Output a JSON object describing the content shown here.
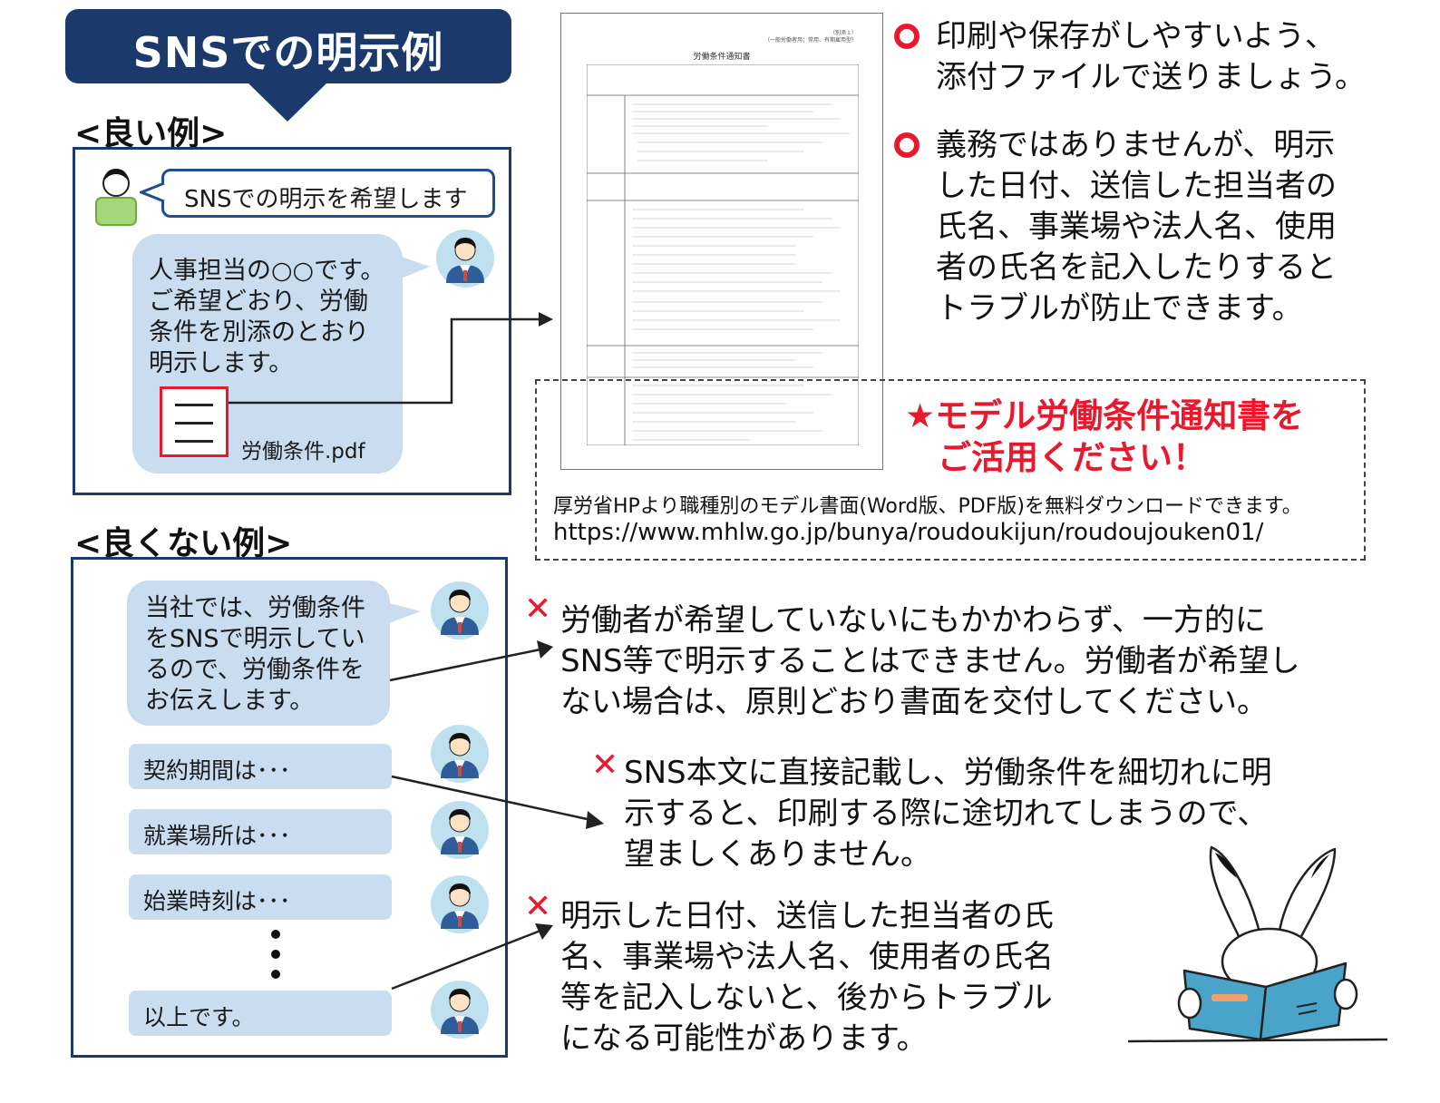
{
  "title": "SNSでの明示例",
  "good_example": {
    "heading": "<良い例>",
    "worker_message": "SNSでの明示を希望します",
    "hr_message": [
      "人事担当の○○です。",
      "ご希望どおり、労働",
      "条件を別添のとおり",
      "明示します。"
    ],
    "attachment_name": "労働条件.pdf"
  },
  "bad_example": {
    "heading": "<良くない例>",
    "hr_message": [
      "当社では、労働条件",
      "をSNSで明示してい",
      "るので、労働条件を",
      "お伝えします。"
    ],
    "chat_items": [
      "契約期間は･･･",
      "就業場所は･･･",
      "始業時刻は･･･",
      "以上です。"
    ]
  },
  "document_thumbnail": {
    "corner_note": [
      "（別添１）",
      "（一般労働者用；常用、有期雇用型）"
    ],
    "title": "労働条件通知書"
  },
  "good_notes": [
    {
      "mark": "circle",
      "lines": [
        "印刷や保存がしやすいよう、",
        "添付ファイルで送りましょう。"
      ]
    },
    {
      "mark": "circle",
      "lines": [
        "義務ではありませんが、明示",
        "した日付、送信した担当者の",
        "氏名、事業場や法人名、使用",
        "者の氏名を記入したりすると",
        "トラブルが防止できます。"
      ]
    }
  ],
  "model_notice": {
    "heading_lines": [
      "★モデル労働条件通知書を",
      "ご活用ください！"
    ],
    "description": "厚労省HPより職種別のモデル書面(Word版、PDF版)を無料ダウンロードできます。",
    "url": "https://www.mhlw.go.jp/bunya/roudoukijun/roudoujouken01/"
  },
  "bad_notes": [
    {
      "mark": "cross",
      "lines": [
        "労働者が希望していないにもかかわらず、一方的に",
        "SNS等で明示することはできません。労働者が希望し",
        "ない場合は、原則どおり書面を交付してください。"
      ]
    },
    {
      "mark": "cross",
      "lines": [
        "SNS本文に直接記載し、労働条件を細切れに明",
        "示すると、印刷する際に途切れてしまうので、",
        "望ましくありません。"
      ]
    },
    {
      "mark": "cross",
      "lines": [
        "明示した日付、送信した担当者の氏",
        "名、事業場や法人名、使用者の氏名",
        "等を記入しないと、後からトラブル",
        "になる可能性があります。"
      ]
    }
  ],
  "colors": {
    "navy": "#1b3a6b",
    "accent_red": "#e8192c",
    "bubble_blue": "#c9dcf0",
    "worker_green": "#a6d57a"
  },
  "icons": [
    "worker-avatar-icon",
    "hr-staff-avatar-icon",
    "pdf-file-icon",
    "rabbit-reading-illustration",
    "circle-ok-icon",
    "cross-ng-icon"
  ]
}
